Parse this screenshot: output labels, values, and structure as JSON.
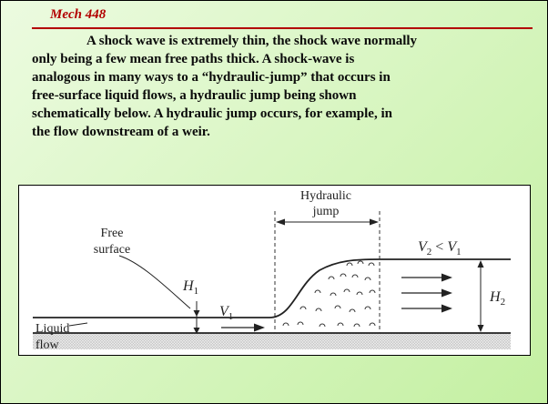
{
  "header": {
    "title": "Mech 448"
  },
  "body": {
    "lines": [
      "A shock wave is extremely thin, the shock wave normally",
      "only being a few mean free paths thick. A shock-wave is",
      "analogous in many ways to a “hydraulic-jump” that occurs in",
      "free-surface liquid flows, a hydraulic jump being shown",
      "schematically below. A hydraulic jump occurs, for example, in",
      "the flow downstream of a weir."
    ]
  },
  "figure": {
    "hydraulic_label": "Hydraulic",
    "jump_label": "jump",
    "free_label": "Free",
    "surface_label": "surface",
    "liquid_label": "Liquid",
    "flow_label": "flow",
    "h1_symbol": "H",
    "h1_sub": "1",
    "v1_symbol": "V",
    "v1_sub": "1",
    "h2_symbol": "H",
    "h2_sub": "2",
    "v2_compare": {
      "left_symbol": "V",
      "left_sub": "2",
      "operator": " < ",
      "right_symbol": "V",
      "right_sub": "1"
    }
  }
}
